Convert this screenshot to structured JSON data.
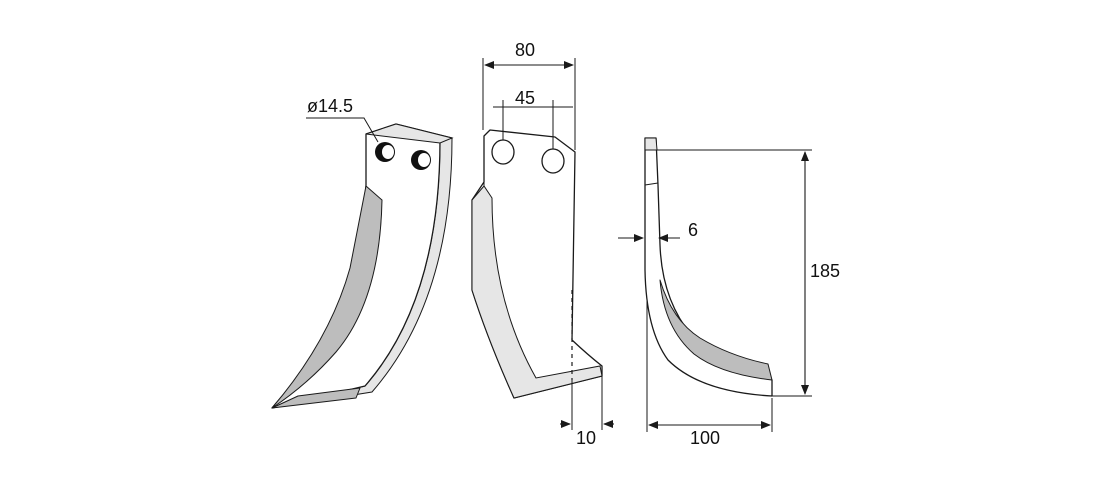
{
  "dimensions": {
    "hole_diameter": "ø14.5",
    "overall_width": "80",
    "hole_spacing": "45",
    "thickness": "6",
    "height": "185",
    "tip_width": "10",
    "depth": "100"
  },
  "colors": {
    "line": "#1a1a1a",
    "shading": "#bdbdbd",
    "background": "#ffffff"
  }
}
